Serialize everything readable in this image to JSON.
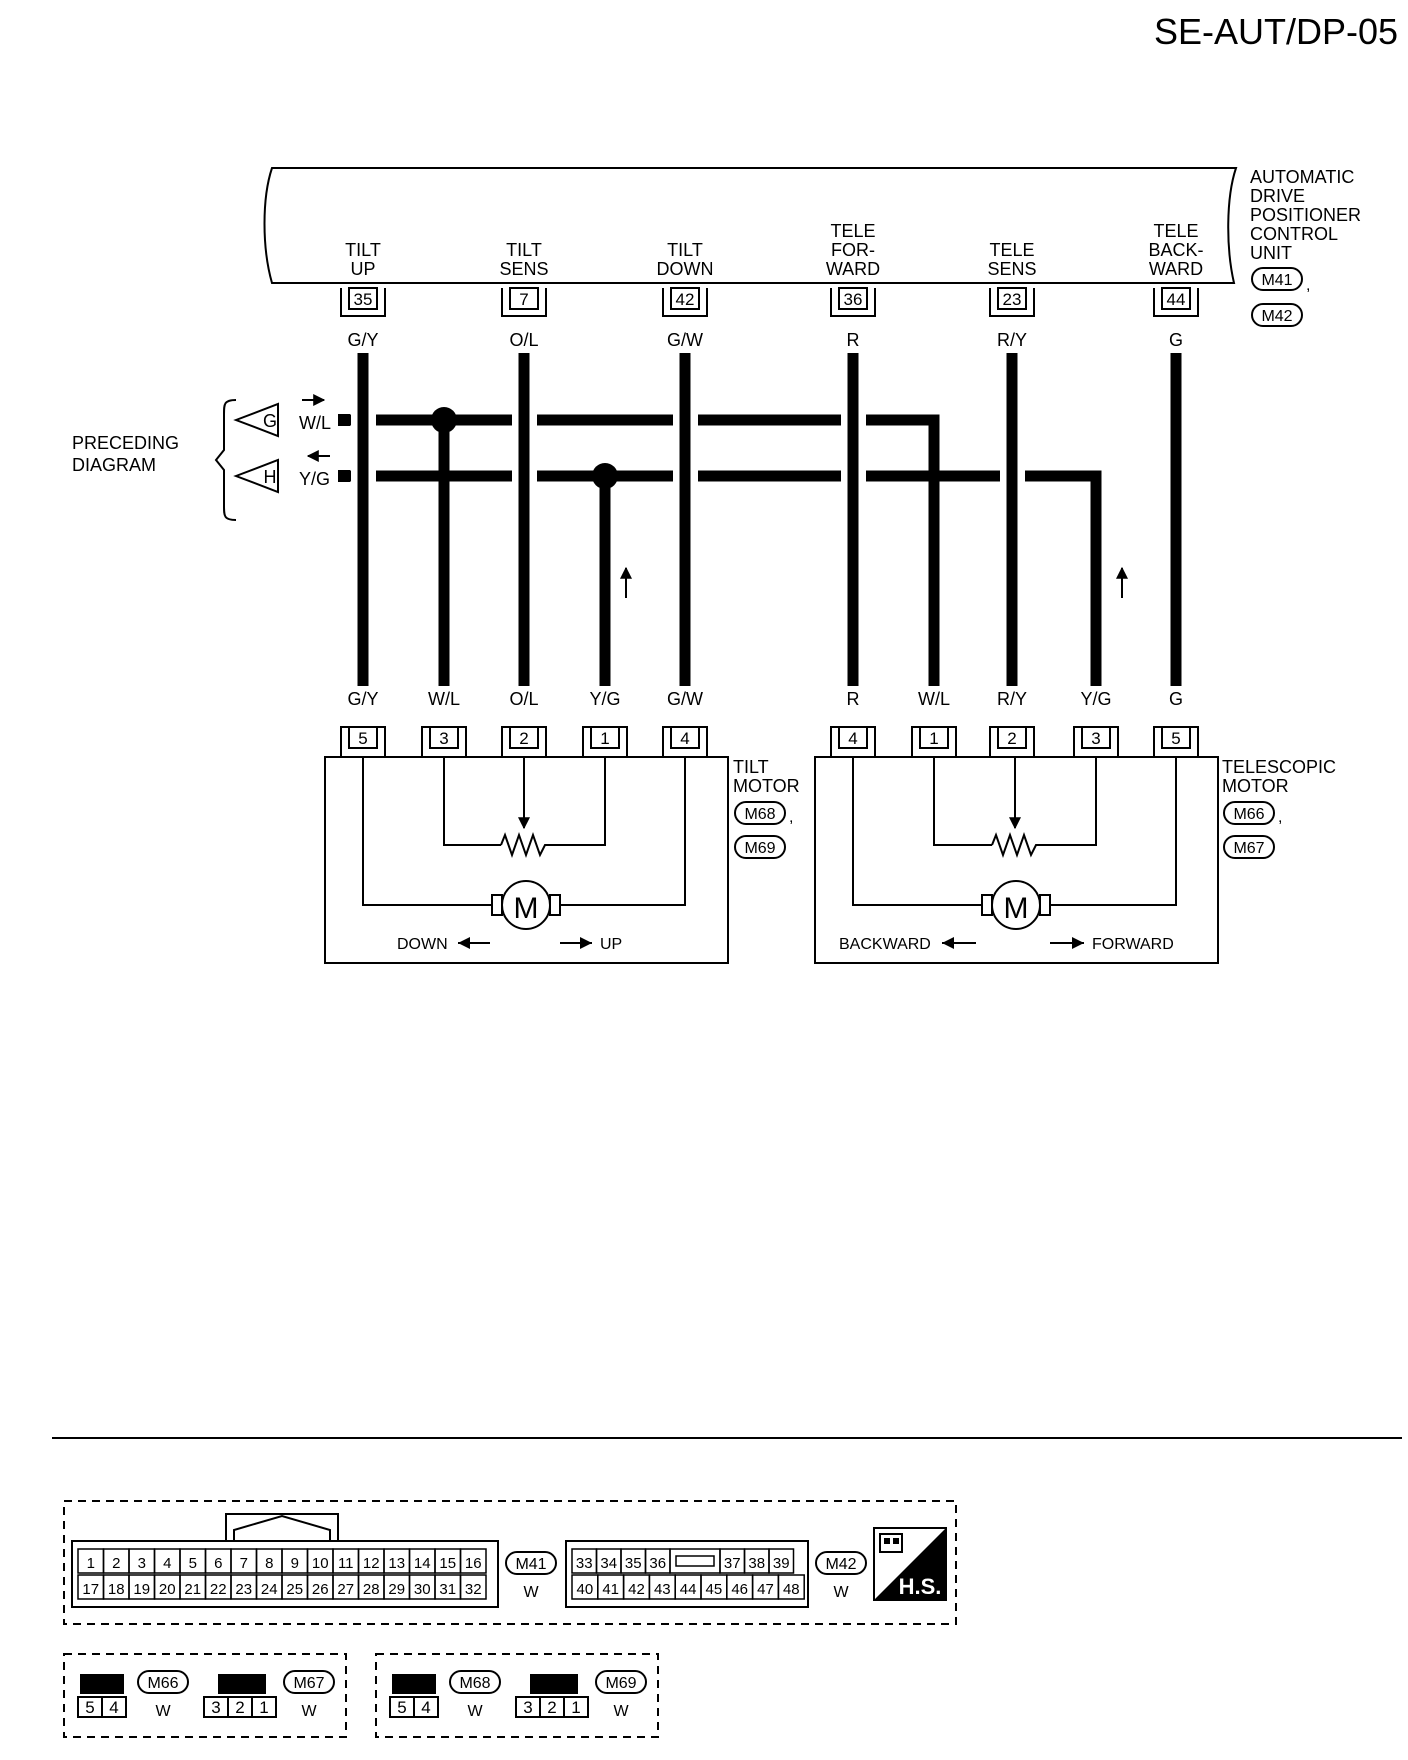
{
  "page_code": "SE-AUT/DP-05",
  "control_unit": {
    "name_lines": [
      "AUTOMATIC",
      "DRIVE",
      "POSITIONER",
      "CONTROL",
      "UNIT"
    ],
    "connectors": [
      "M41",
      "M42"
    ],
    "terminals": [
      {
        "label_lines": [
          "TILT",
          "UP"
        ],
        "pin": "35",
        "wire": "G/Y"
      },
      {
        "label_lines": [
          "TILT",
          "SENS"
        ],
        "pin": "7",
        "wire": "O/L"
      },
      {
        "label_lines": [
          "TILT",
          "DOWN"
        ],
        "pin": "42",
        "wire": "G/W"
      },
      {
        "label_lines": [
          "TELE",
          "FOR-",
          "WARD"
        ],
        "pin": "36",
        "wire": "R"
      },
      {
        "label_lines": [
          "TELE",
          "SENS"
        ],
        "pin": "23",
        "wire": "R/Y"
      },
      {
        "label_lines": [
          "TELE",
          "BACK-",
          "WARD"
        ],
        "pin": "44",
        "wire": "G"
      }
    ]
  },
  "preceding_diagram": {
    "label_lines": [
      "PRECEDING",
      "DIAGRAM"
    ],
    "buses": [
      {
        "ref": "G",
        "wire": "W/L"
      },
      {
        "ref": "H",
        "wire": "Y/G"
      }
    ]
  },
  "tilt_motor": {
    "name_lines": [
      "TILT",
      "MOTOR"
    ],
    "connectors": [
      "M68",
      "M69"
    ],
    "pins": [
      {
        "wire": "G/Y",
        "pin": "5"
      },
      {
        "wire": "W/L",
        "pin": "3"
      },
      {
        "wire": "O/L",
        "pin": "2"
      },
      {
        "wire": "Y/G",
        "pin": "1"
      },
      {
        "wire": "G/W",
        "pin": "4"
      }
    ],
    "motor_symbol": "M",
    "dir_left": "DOWN",
    "dir_right": "UP"
  },
  "telescopic_motor": {
    "name_lines": [
      "TELESCOPIC",
      "MOTOR"
    ],
    "connectors": [
      "M66",
      "M67"
    ],
    "pins": [
      {
        "wire": "R",
        "pin": "4"
      },
      {
        "wire": "W/L",
        "pin": "1"
      },
      {
        "wire": "R/Y",
        "pin": "2"
      },
      {
        "wire": "Y/G",
        "pin": "3"
      },
      {
        "wire": "G",
        "pin": "5"
      }
    ],
    "motor_symbol": "M",
    "dir_left": "BACKWARD",
    "dir_right": "FORWARD"
  },
  "connector_views": {
    "m41": {
      "id": "M41",
      "color": "W",
      "row1": [
        "1",
        "2",
        "3",
        "4",
        "5",
        "6",
        "7",
        "8",
        "9",
        "10",
        "11",
        "12",
        "13",
        "14",
        "15",
        "16"
      ],
      "row2": [
        "17",
        "18",
        "19",
        "20",
        "21",
        "22",
        "23",
        "24",
        "25",
        "26",
        "27",
        "28",
        "29",
        "30",
        "31",
        "32"
      ]
    },
    "m42": {
      "id": "M42",
      "color": "W",
      "row1": [
        "33",
        "34",
        "35",
        "36",
        "",
        "37",
        "38",
        "39"
      ],
      "row2": [
        "40",
        "41",
        "42",
        "43",
        "44",
        "45",
        "46",
        "47",
        "48"
      ]
    },
    "hs_label": "H.S.",
    "m66": {
      "id": "M66",
      "color": "W",
      "pins": [
        "5",
        "4"
      ]
    },
    "m67": {
      "id": "M67",
      "color": "W",
      "pins": [
        "3",
        "2",
        "1"
      ]
    },
    "m68": {
      "id": "M68",
      "color": "W",
      "pins": [
        "5",
        "4"
      ]
    },
    "m69": {
      "id": "M69",
      "color": "W",
      "pins": [
        "3",
        "2",
        "1"
      ]
    }
  }
}
